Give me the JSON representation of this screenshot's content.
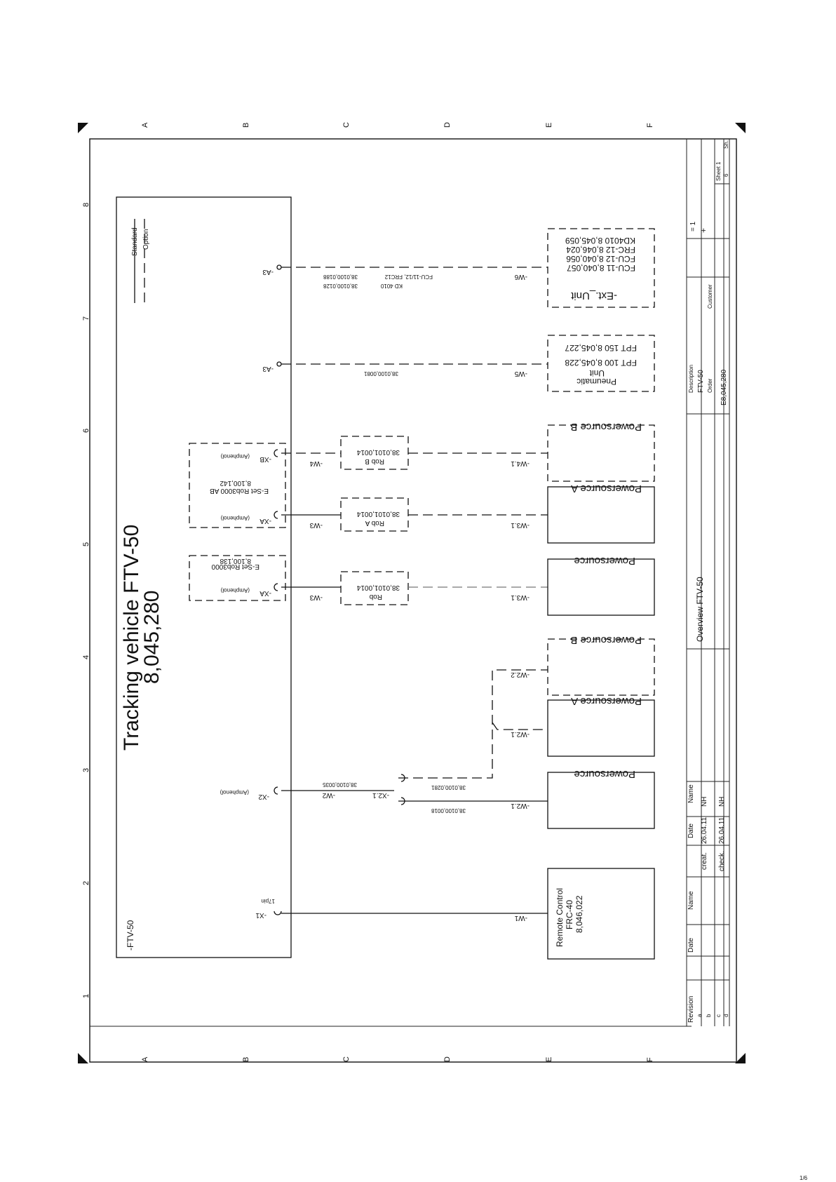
{
  "sheet": {
    "row_letters": [
      "A",
      "B",
      "C",
      "D",
      "E",
      "F"
    ],
    "col_numbers": [
      "1",
      "2",
      "3",
      "4",
      "5",
      "6",
      "7",
      "8"
    ],
    "page_number": "1/6"
  },
  "main_unit": {
    "tag": "-FTV-50",
    "title_line1": "Tracking vehicle FTV-50",
    "title_line2": "8,045,280"
  },
  "legend": {
    "standard": "Standard",
    "option": "Option"
  },
  "connectors": {
    "x1": "-X1",
    "x1_note": "17pin",
    "x2": "-X2",
    "amphenol": "(Amphenol)",
    "xa": "-XA",
    "xb": "-XB",
    "a3": "-A3",
    "x2_1": "-X2.1"
  },
  "eset1": {
    "name": "E-Set Rob3000",
    "number": "8,100,138"
  },
  "eset2": {
    "name": "E-Set Rob3000 AB",
    "number": "8,100,142"
  },
  "rob_boxes": [
    {
      "line1": "38,0101,0014",
      "line2": "Rob"
    },
    {
      "line1": "38,0101,0014",
      "line2": "Rob A"
    },
    {
      "line1": "38,0101,0014",
      "line2": "Rob B"
    }
  ],
  "cables": {
    "w1": "-W1",
    "w2": "-W2",
    "w2_1": "-W2.1",
    "w2_2": "-W2.2",
    "w3": "-W3",
    "w3_1": "-W3.1",
    "w4": "-W4",
    "w4_1": "-W4.1",
    "w5": "-W5",
    "w6": "-W6",
    "part_w2": "38,0100,0035",
    "part_w2_1": "38,0100,0018",
    "part_w2_2": "38,0100,0281",
    "part_w5": "38,0100,0081",
    "part_w6a": "FCU-11/12, FRC12",
    "part_w6b": "38,0100,0188",
    "part_w6c": "KD 4010",
    "part_w6d": "38,0100,0128"
  },
  "devices": {
    "remote": [
      "Remote Control",
      "FRC-40",
      "8,046,022"
    ],
    "ps": "Powersource",
    "ps_a": "Powersource A",
    "ps_b": "Powersource B",
    "pneumatic": [
      "Pneumatic",
      "Unit",
      "FPT 100 8,045,228",
      "FPT 150 8,045,227"
    ],
    "ext": [
      "-Ext._Unit",
      "FCU-11 8,040,057",
      "FCU-12 8,040,056",
      "FRC-12 8,046,024",
      "KD4010 8,045,059"
    ]
  },
  "title_block": {
    "revision": "Revision",
    "date": "Date",
    "name": "Name",
    "rows": [
      "a",
      "b",
      "c",
      "d"
    ],
    "creat": "creat.",
    "check": "check.",
    "creat_date": "26.04.11",
    "check_date": "26.04.11",
    "creat_name": "NH",
    "check_name": "NH",
    "drawing_title": "Overview FTV-50",
    "description": "Description",
    "description_value": "FTV-50",
    "order": "Order",
    "order_value": "E8,045,280",
    "customer": "Customer",
    "eq": "= 1",
    "plus": "+",
    "sheet": "Sheet",
    "sheet_value": "1",
    "sheets_value": "6",
    "sh": "Sh."
  }
}
